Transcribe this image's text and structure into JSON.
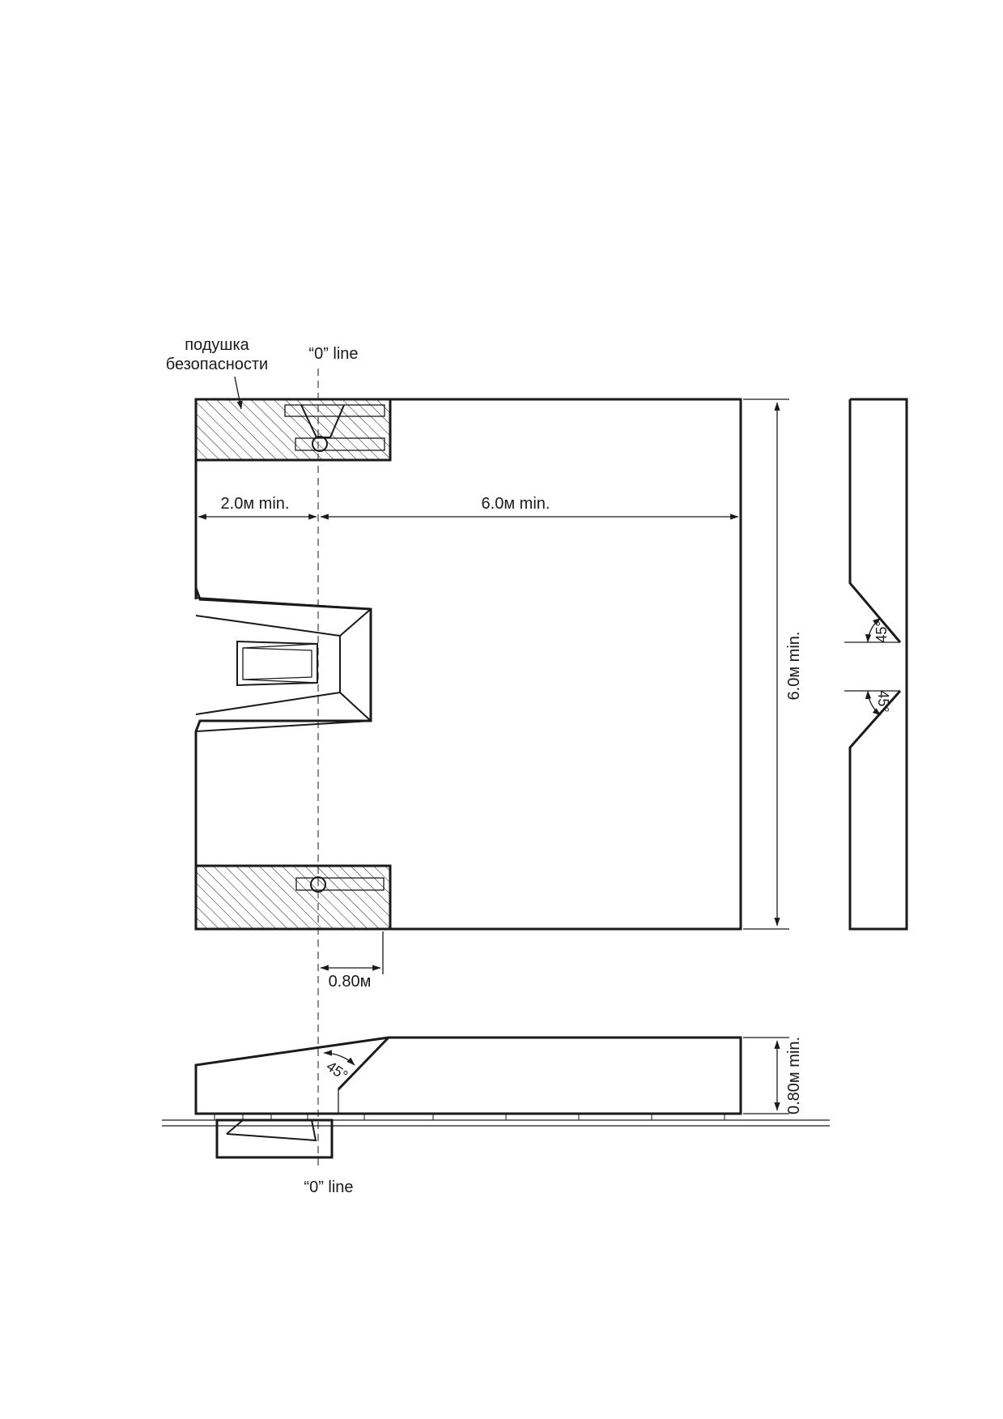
{
  "labels": {
    "safety_cushion_line1": "подушка",
    "safety_cushion_line2": "безопасности",
    "zero_line_top": "“0” line",
    "zero_line_bottom": "“0” line"
  },
  "dimensions": {
    "left_distance": "2.0м min.",
    "right_distance": "6.0м min.",
    "width": "6.0м min.",
    "cushion_depth": "0.80м",
    "height": "0.80м min."
  },
  "angles": {
    "side_upper": "45°",
    "side_lower": "45°",
    "front": "45°"
  },
  "colors": {
    "line": "#1a1a1a",
    "background": "#ffffff"
  }
}
